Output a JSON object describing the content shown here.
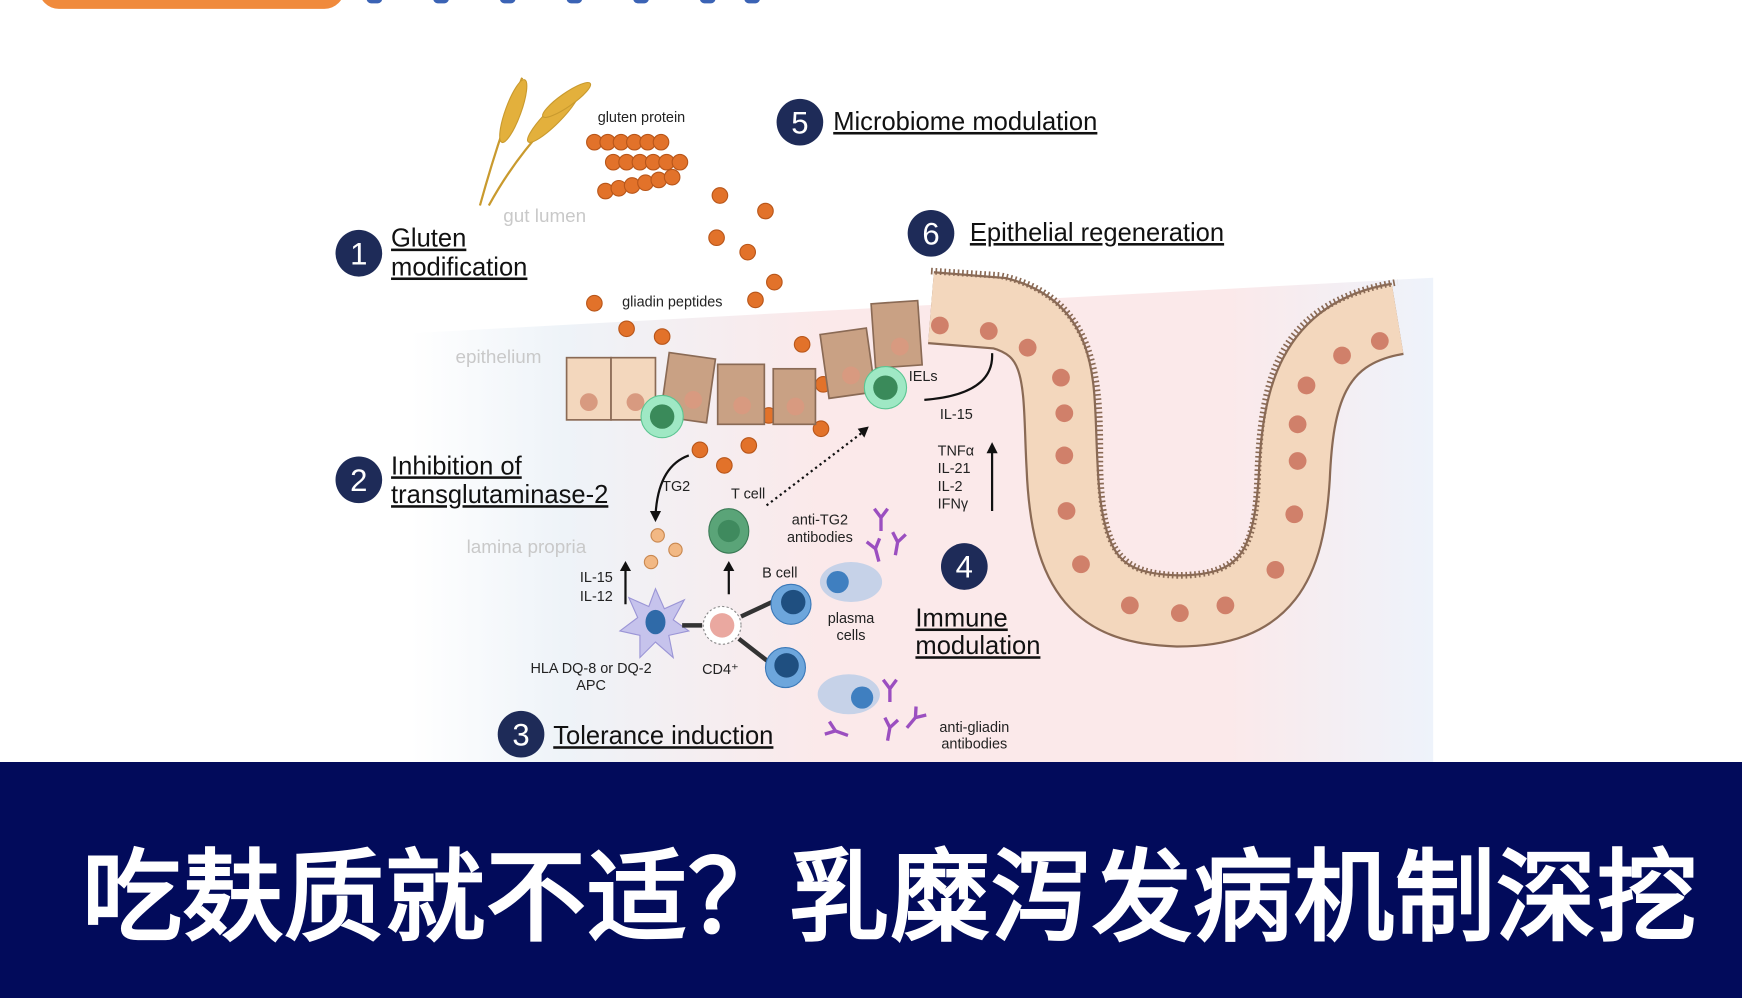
{
  "logo": {
    "text": "science",
    "brand_color": "#f08a3c",
    "text_color": "#3b63b5"
  },
  "diagram": {
    "steps": [
      {
        "number": "1",
        "line1": "Gluten",
        "line2": "modification"
      },
      {
        "number": "2",
        "line1": "Inhibition of",
        "line2": "transglutaminase-2"
      },
      {
        "number": "3",
        "line1": "Tolerance induction"
      },
      {
        "number": "4",
        "line1": "Immune",
        "line2": "modulation"
      },
      {
        "number": "5",
        "line1": "Microbiome modulation"
      },
      {
        "number": "6",
        "line1": "Epithelial regeneration"
      }
    ],
    "regions": {
      "lumen": "gut lumen",
      "epithelium": "epithelium",
      "lamina": "lamina propria"
    },
    "labels": {
      "gluten_protein": "gluten protein",
      "gliadin": "gliadin peptides",
      "iels": "IELs",
      "il15": "IL-15",
      "cytokines": [
        "TNFα",
        "IL-21",
        "IL-2",
        "IFNγ"
      ],
      "tg2": "TG2",
      "tcell": "T cell",
      "anti_tg2": [
        "anti-TG2",
        "antibodies"
      ],
      "apc_cytokines": [
        "IL-15",
        "IL-12"
      ],
      "bcell": "B cell",
      "plasma": [
        "plasma",
        "cells"
      ],
      "apc": [
        "HLA DQ-8 or DQ-2",
        "APC"
      ],
      "cd4": "CD4⁺",
      "anti_gliadin": [
        "anti-gliadin",
        "antibodies"
      ]
    },
    "colors": {
      "step_circle": "#1e2b58",
      "peptide": "#e2722a",
      "epithelial_cell": "#f3d7bd",
      "damaged_cell": "#c9a184",
      "iel": "#3a8a5a",
      "antibody": "#9b4fc0"
    }
  },
  "banner": {
    "headline": "吃麸质就不适？乳糜泻发病机制深挖",
    "background": "#020b5b"
  }
}
